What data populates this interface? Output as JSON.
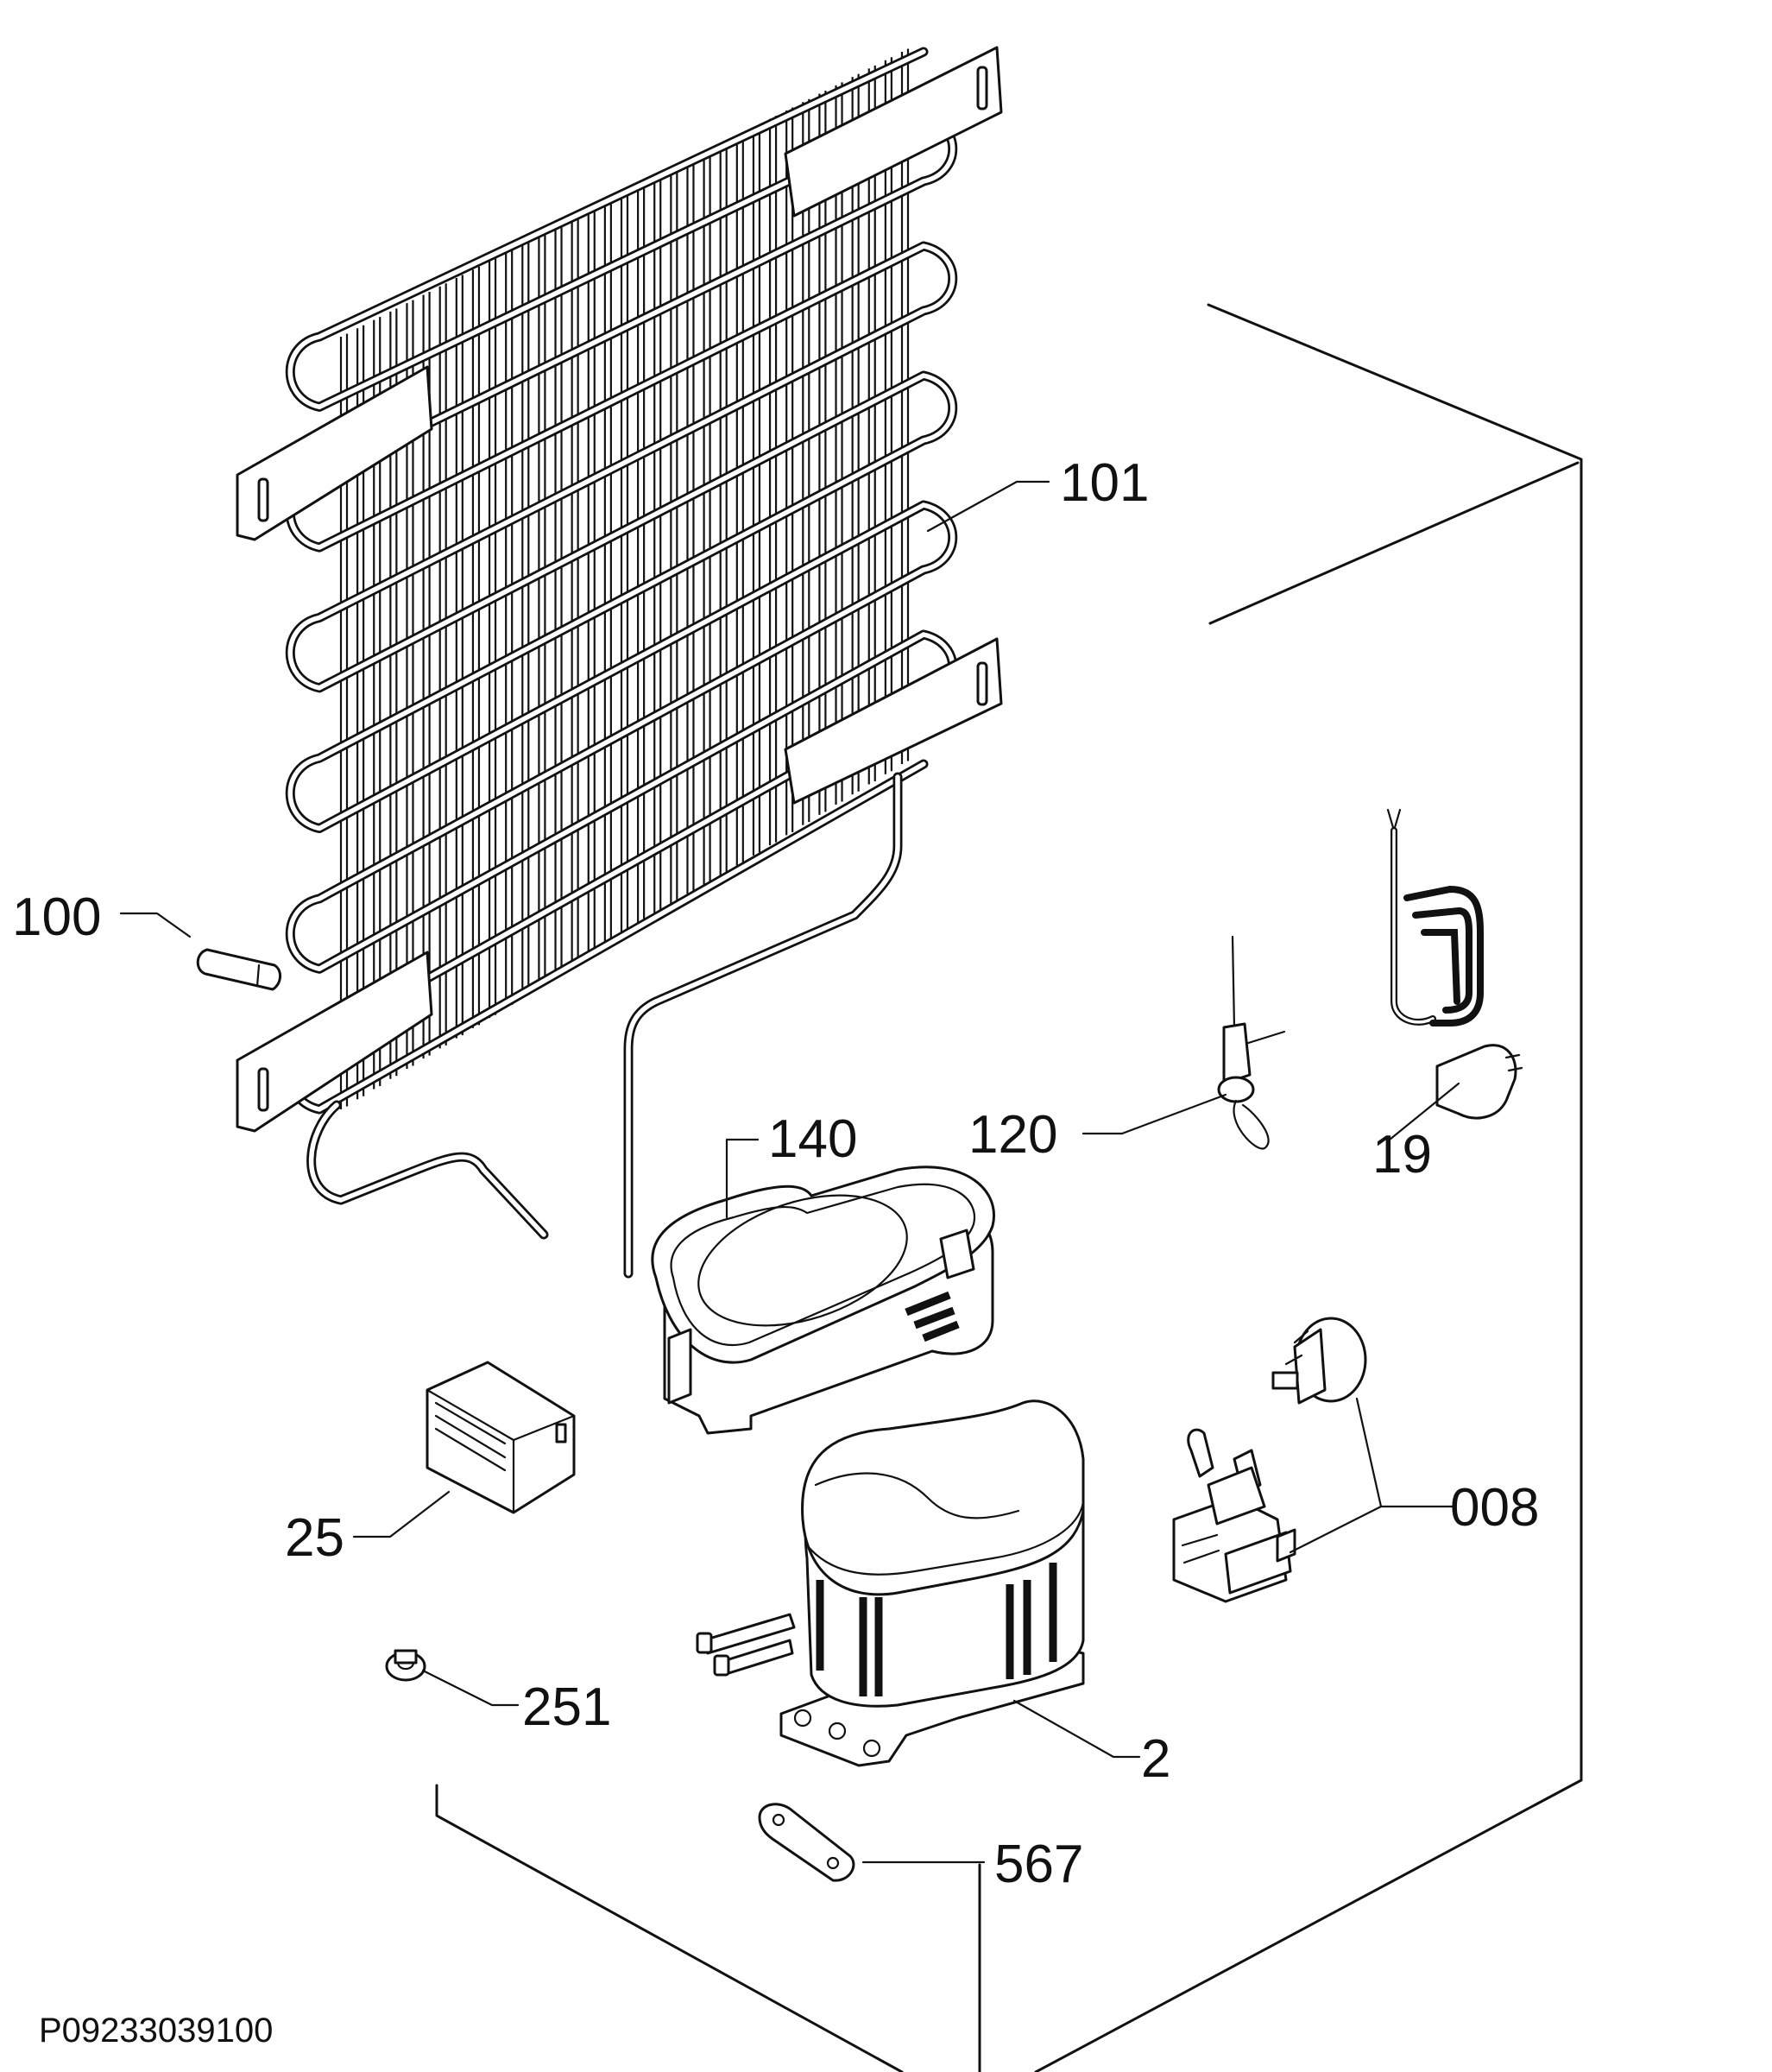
{
  "diagram": {
    "code": "P09233039100",
    "callouts": {
      "c100": "100",
      "c101": "101",
      "c140": "140",
      "c120": "120",
      "c19": "19",
      "c25": "25",
      "c008": "008",
      "c251": "251",
      "c2": "2",
      "c567": "567"
    }
  }
}
